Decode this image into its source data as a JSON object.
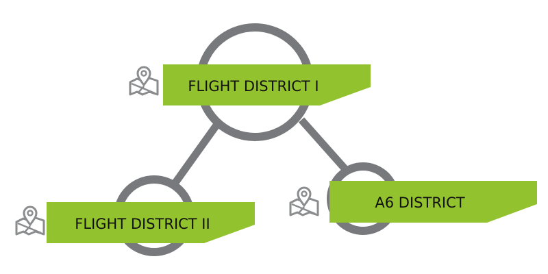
{
  "diagram": {
    "nodes": [
      {
        "label": "FLIGHT DISTRICT I",
        "icon": "map-pin-icon"
      },
      {
        "label": "FLIGHT DISTRICT II",
        "icon": "map-pin-icon"
      },
      {
        "label": "A6 DISTRICT",
        "icon": "map-pin-icon"
      }
    ],
    "edges": [
      {
        "from": "FLIGHT DISTRICT I",
        "to": "FLIGHT DISTRICT II"
      },
      {
        "from": "FLIGHT DISTRICT I",
        "to": "A6 DISTRICT"
      }
    ],
    "colors": {
      "banner": "#93c22f",
      "ring": "#77797c",
      "icon": "#8a8c8e",
      "text": "#111111"
    }
  }
}
